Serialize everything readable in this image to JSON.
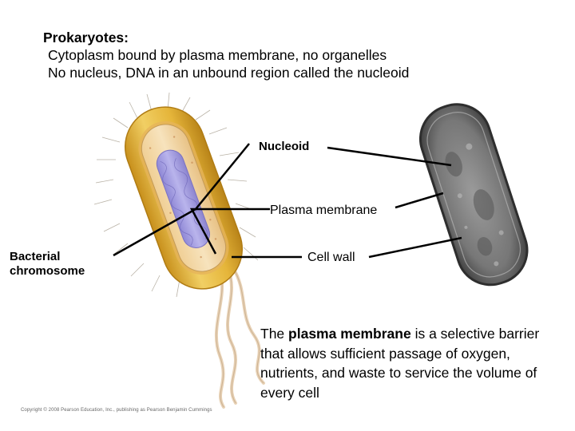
{
  "heading": {
    "title": "Prokaryotes:",
    "line1": "Cytoplasm bound by plasma membrane, no organelles",
    "line2": "No nucleus, DNA in an unbound region called the nucleoid"
  },
  "labels": {
    "nucleoid": "Nucleoid",
    "plasma_membrane": "Plasma membrane",
    "bacterial_chromosome": "Bacterial chromosome",
    "cell_wall": "Cell wall"
  },
  "note": {
    "prefix": "The ",
    "emphasis": "plasma membrane",
    "suffix": " is a selective barrier that allows sufficient passage of oxygen, nutrients, and waste to service the volume of every cell"
  },
  "copyright": "Copyright © 2008 Pearson Education, Inc., publishing as Pearson Benjamin Cummings",
  "colors": {
    "cell_wall": "#e5b53a",
    "cell_wall_dark": "#c8901c",
    "cytoplasm": "#f3d9a8",
    "nucleoid": "#a9a3e4",
    "micrograph": "#8a8a8a"
  }
}
